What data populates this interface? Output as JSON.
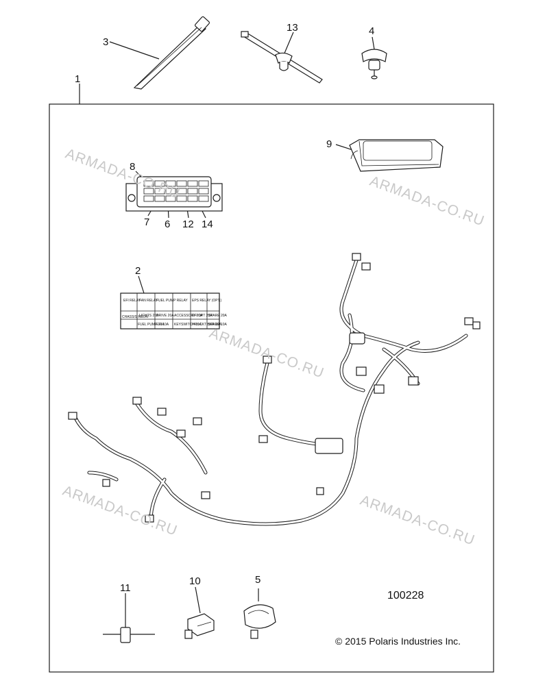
{
  "callouts": [
    {
      "id": "1",
      "label": "1"
    },
    {
      "id": "2",
      "label": "2"
    },
    {
      "id": "3",
      "label": "3"
    },
    {
      "id": "4",
      "label": "4"
    },
    {
      "id": "5",
      "label": "5"
    },
    {
      "id": "6",
      "label": "6"
    },
    {
      "id": "7",
      "label": "7"
    },
    {
      "id": "8",
      "label": "8"
    },
    {
      "id": "9",
      "label": "9"
    },
    {
      "id": "10",
      "label": "10"
    },
    {
      "id": "11",
      "label": "11"
    },
    {
      "id": "12",
      "label": "12"
    },
    {
      "id": "13",
      "label": "13"
    },
    {
      "id": "14",
      "label": "14"
    }
  ],
  "watermark": "ARMADA-CO.RU",
  "diagram_number": "100228",
  "copyright": "© 2015 Polaris Industries Inc.",
  "relay_label": {
    "cells": [
      "EFI RELAY",
      "FAN RELAY",
      "FUEL PUMP RELAY",
      "EPS RELAY (OPT.)",
      "LIGHTS 20A",
      "DRIVE 20A",
      "ACCESSORY 20A",
      "EFI OPT 20A",
      "SPARE 20A",
      "CHASSIS RELAY",
      "FUEL PUMP 10A",
      "EFI 10A",
      "KEYSWITCH 10A",
      "FAN CKT BKR 10A",
      "SPARE 10A"
    ]
  }
}
